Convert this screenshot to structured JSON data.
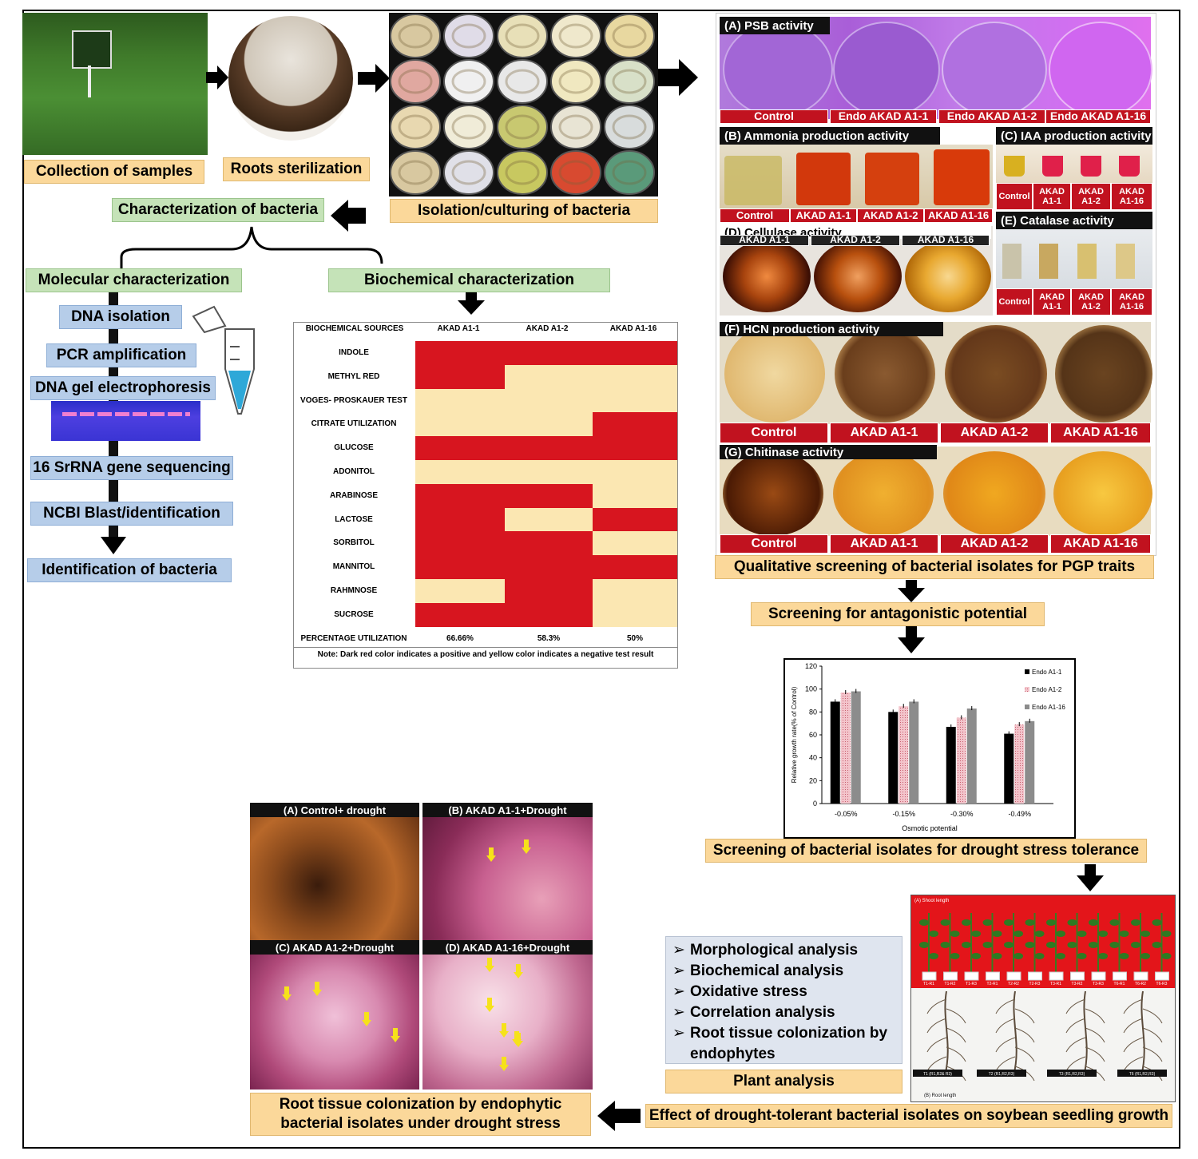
{
  "colors": {
    "orange_box": "#fbd89a",
    "green_box": "#c5e3b8",
    "blue_box": "#b6cde9",
    "heatmap_positive": "#d7151f",
    "heatmap_negative": "#fbe7b2",
    "label_red": "#c1121f"
  },
  "workflow": {
    "collection": "Collection of samples",
    "sterilization": "Roots sterilization",
    "isolation": "Isolation/culturing of bacteria",
    "characterization": "Characterization of bacteria",
    "molecular": "Molecular characterization",
    "biochemical": "Biochemical characterization",
    "dna_isolation": "DNA isolation",
    "pcr": "PCR amplification",
    "gel": "DNA gel electrophoresis",
    "sequencing": "16 SrRNA gene sequencing",
    "blast": "NCBI Blast/identification",
    "identification": "Identification of bacteria",
    "qualitative": "Qualitative screening of bacterial isolates for PGP traits",
    "antagonistic": "Screening for antagonistic potential",
    "drought": "Screening of bacterial isolates for drought stress tolerance",
    "effect": "Effect of drought-tolerant bacterial isolates on soybean seedling growth",
    "plant_analysis": "Plant analysis",
    "root_colonization": "Root tissue colonization by endophytic bacterial isolates under drought stress"
  },
  "analysis_list": [
    "Morphological analysis",
    "Biochemical analysis",
    "Oxidative stress",
    "Correlation analysis",
    "Root tissue colonization by endophytes"
  ],
  "pgp": {
    "psb_title": "(A)  PSB activity",
    "psb_labels": [
      "Control",
      "Endo AKAD A1-1",
      "Endo AKAD A1-2",
      "Endo AKAD A1-16"
    ],
    "ammonia_title": "(B)  Ammonia  production activity",
    "ammonia_labels": [
      "Control",
      "AKAD A1-1",
      "AKAD A1-2",
      "AKAD A1-16"
    ],
    "iaa_title": "(C)  IAA production activity",
    "iaa_labels": [
      "Control",
      "AKAD A1-1",
      "AKAD A1-2",
      "AKAD A1-16"
    ],
    "cellulase_title": "(D)   Cellulase activity",
    "cellulase_labels": [
      "AKAD A1-1",
      "AKAD A1-2",
      "AKAD A1-16"
    ],
    "catalase_title": "(E)  Catalase activity",
    "catalase_labels": [
      "Control",
      "AKAD A1-1",
      "AKAD A1-2",
      "AKAD A1-16"
    ],
    "hcn_title": "(F)       HCN production activity",
    "hcn_labels": [
      "Control",
      "AKAD A1-1",
      "AKAD A1-2",
      "AKAD A1-16"
    ],
    "chitinase_title": "(G)          Chitinase activity",
    "chitinase_labels": [
      "Control",
      "AKAD A1-1",
      "AKAD A1-2",
      "AKAD A1-16"
    ]
  },
  "micro": {
    "a": "(A) Control+ drought",
    "b": "(B) AKAD A1-1+Drought",
    "c": "(C) AKAD A1-2+Drought",
    "d": "(D) AKAD A1-16+Drought"
  },
  "seedling": {
    "shoot_title": "(A) Shoot length",
    "root_title": "(B) Root length",
    "shoot_labels": [
      "T1-R1",
      "T1-R2",
      "T1-R3",
      "T2-R1",
      "T2-R2",
      "T2-R3",
      "T3-R1",
      "T3-R2",
      "T3-R3",
      "T6-R1",
      "T6-R2",
      "T6-R3"
    ],
    "root_labels": [
      "T1 (R1,R2& R3)",
      "T2 (R1,R2,R3)",
      "T3 (R1,R2,R3)",
      "T6 (R1,R2,R3)"
    ]
  },
  "heatmap": {
    "header": [
      "BIOCHEMICAL SOURCES",
      "AKAD A1-1",
      "AKAD A1-2",
      "AKAD A1-16"
    ],
    "rows": [
      "INDOLE",
      "METHYL RED",
      "VOGES- PROSKAUER TEST",
      "CITRATE UTILIZATION",
      "GLUCOSE",
      "ADONITOL",
      "ARABINOSE",
      "LACTOSE",
      "SORBITOL",
      "MANNITOL",
      "RAHMNOSE",
      "SUCROSE"
    ],
    "values": [
      [
        1,
        1,
        1
      ],
      [
        1,
        0,
        0
      ],
      [
        0,
        0,
        0
      ],
      [
        0,
        0,
        1
      ],
      [
        1,
        1,
        1
      ],
      [
        0,
        0,
        0
      ],
      [
        1,
        1,
        0
      ],
      [
        1,
        0,
        1
      ],
      [
        1,
        1,
        0
      ],
      [
        1,
        1,
        1
      ],
      [
        0,
        1,
        0
      ],
      [
        1,
        1,
        0
      ]
    ],
    "percentage_label": "PERCENTAGE UTILIZATION",
    "percentages": [
      "66.66%",
      "58.3%",
      "50%"
    ],
    "note": "Note: Dark red color indicates a positive and yellow color indicates a negative test result"
  },
  "chart_data": {
    "type": "bar",
    "categories": [
      "-0.05%",
      "-0.15%",
      "-0.30%",
      "-0.49%"
    ],
    "series": [
      {
        "name": "Endo A1-1",
        "values": [
          89,
          80,
          67,
          61
        ],
        "color": "#000000"
      },
      {
        "name": "Endo A1-2",
        "values": [
          97,
          85,
          75,
          69
        ],
        "color": "#e8a0a8"
      },
      {
        "name": "Endo A1-16",
        "values": [
          98,
          89,
          83,
          72
        ],
        "color": "#8c8c8c"
      }
    ],
    "xlabel": "Osmotic potential",
    "ylabel": "Relative growth rate(% of Control)",
    "ylim": [
      0,
      120
    ],
    "yticks": [
      "0",
      "20",
      "40",
      "60",
      "80",
      "100",
      "120"
    ],
    "legend": "top-right",
    "grid": false
  }
}
